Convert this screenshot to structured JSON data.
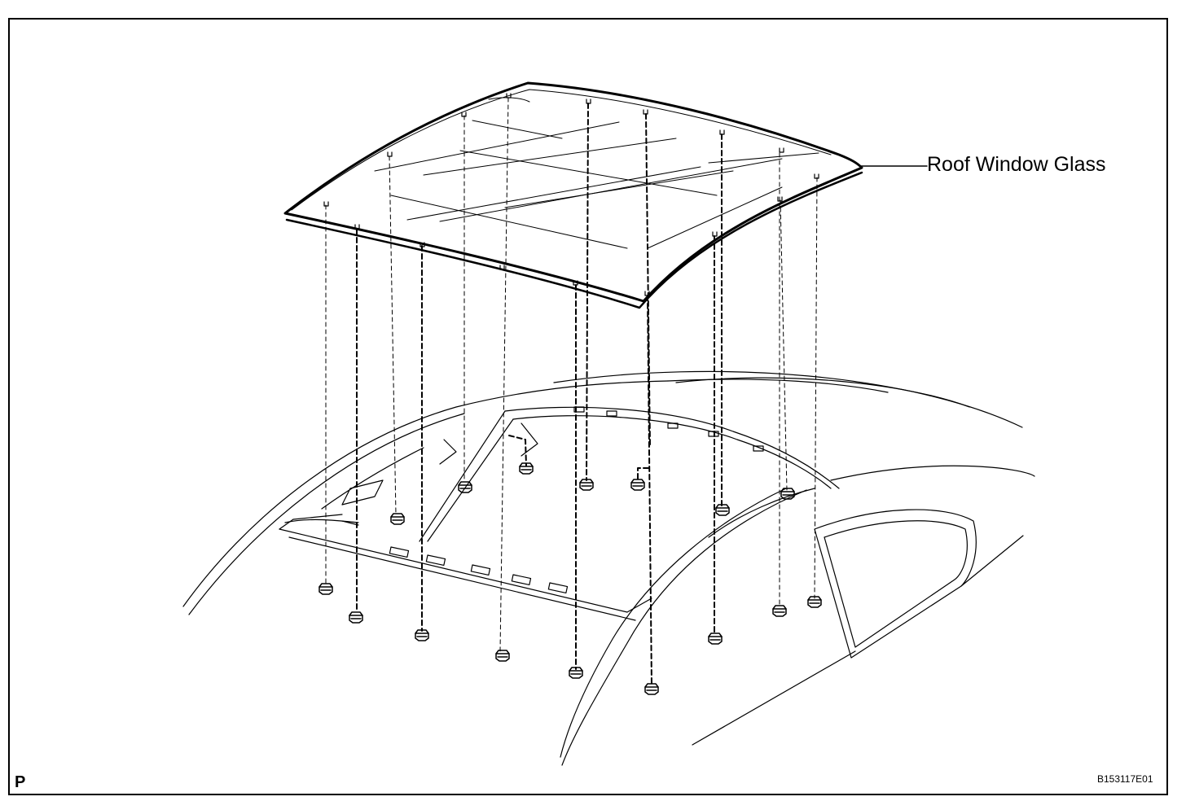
{
  "callout": {
    "text": "Roof Window Glass"
  },
  "corner_mark": "P",
  "figure_code": "B153117E01",
  "colors": {
    "line": "#000000",
    "background": "#ffffff"
  }
}
